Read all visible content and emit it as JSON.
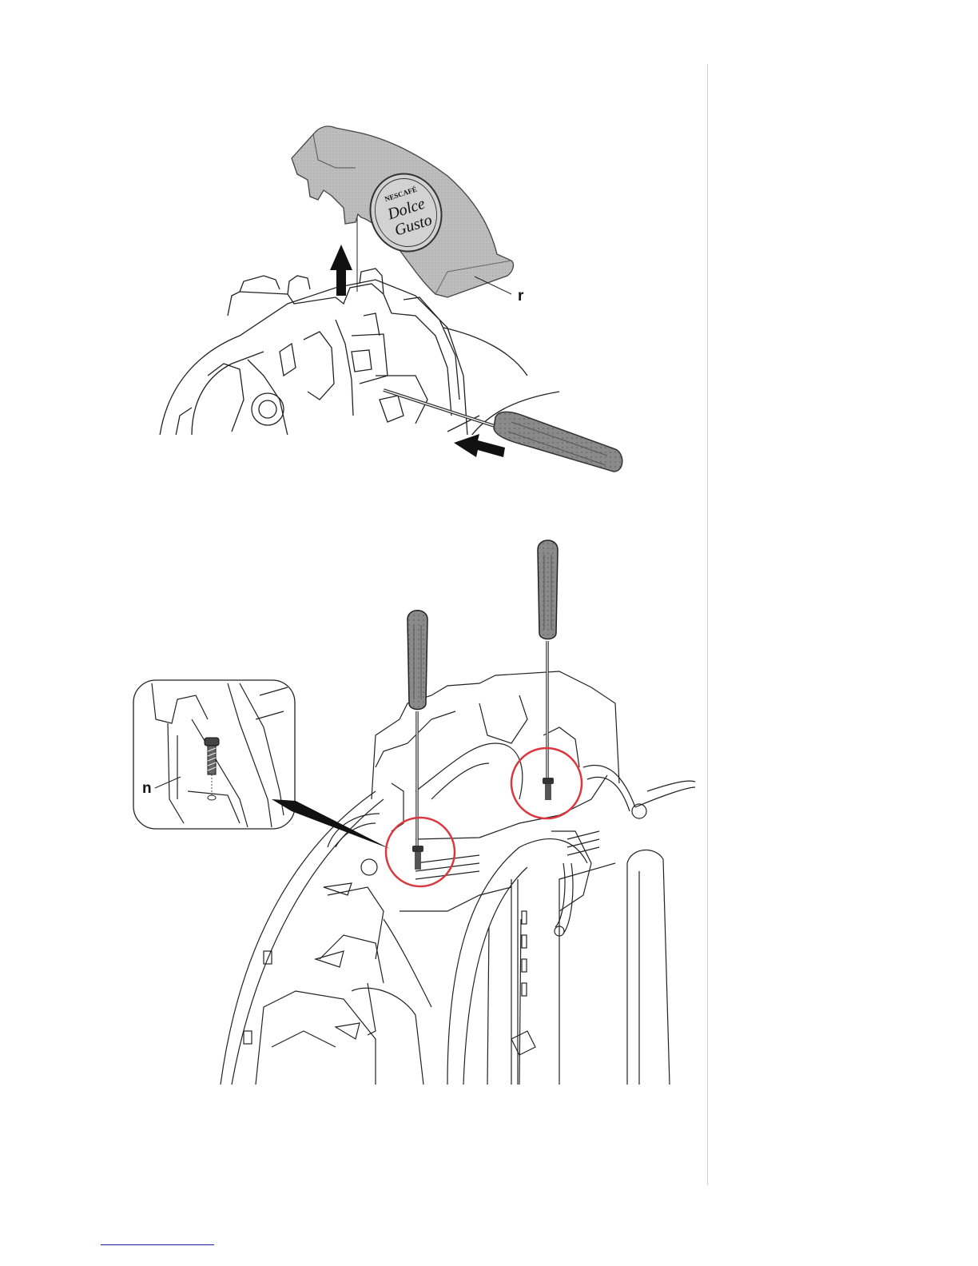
{
  "figure1": {
    "callout_label": "r",
    "logo": {
      "brand": "NESCAFÉ",
      "line1": "Dolce",
      "line2": "Gusto"
    }
  },
  "figure2": {
    "callout_label": "n",
    "highlight_color": "#d9383f"
  },
  "colors": {
    "cover_fill": "#bdbdbd",
    "handle_fill": "#8a8a8a",
    "line": "#222222",
    "rule": "#cfcfcf",
    "footnote_rule": "#1a1a9a"
  }
}
